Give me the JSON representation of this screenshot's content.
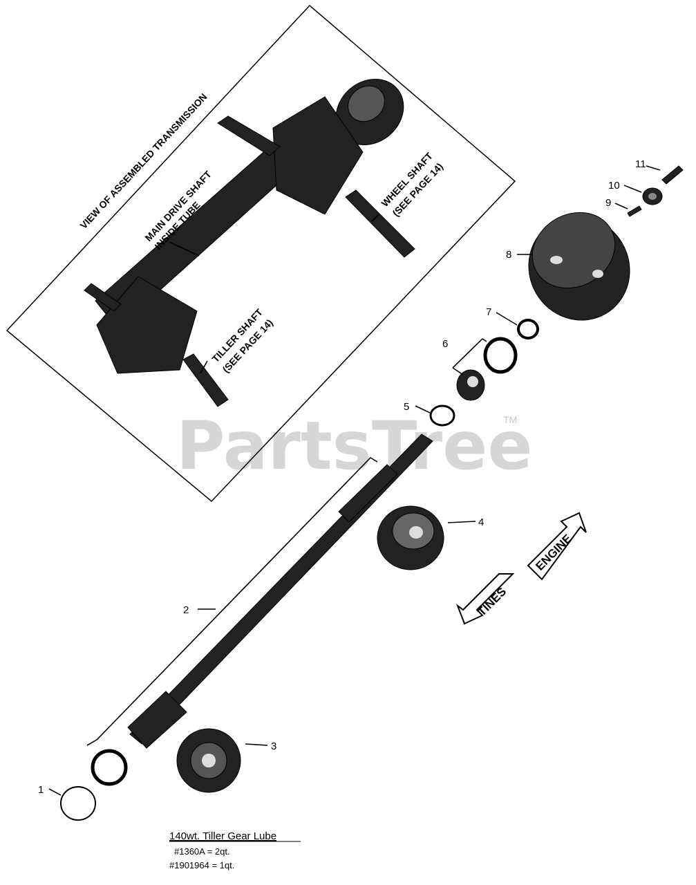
{
  "watermark": {
    "text": "PartsTree",
    "tm": "TM"
  },
  "inset": {
    "title": "VIEW OF ASSEMBLED TRANSMISSION",
    "main_drive_line1": "MAIN DRIVE SHAFT",
    "main_drive_line2": "INSIDE TUBE",
    "wheel_line1": "WHEEL SHAFT",
    "wheel_line2": "(SEE PAGE 14)",
    "tiller_line1": "TILLER SHAFT",
    "tiller_line2": "(SEE PAGE 14)"
  },
  "callouts": [
    "1",
    "2",
    "3",
    "4",
    "5",
    "6",
    "7",
    "8",
    "9",
    "10",
    "11"
  ],
  "arrows": {
    "engine": "ENGINE",
    "tines": "TINES"
  },
  "lube": {
    "title": "140wt. Tiller Gear Lube",
    "line1": "#1360A = 2qt.",
    "line2": "#1901964 = 1qt."
  }
}
